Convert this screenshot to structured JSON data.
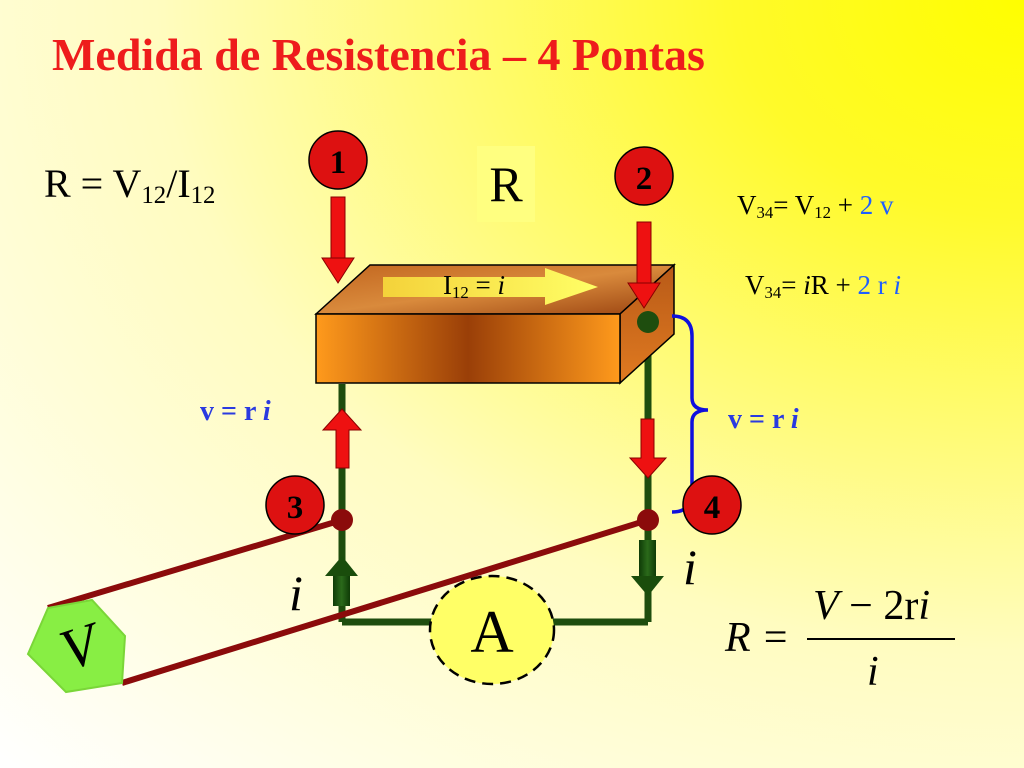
{
  "slide": {
    "title": "Medida de Resistencia – 4 Pontas"
  },
  "equations": {
    "r_def": {
      "a": "R = V",
      "sub1": "12",
      "b": "/I",
      "sub2": "12"
    },
    "v34_a": {
      "a": "V",
      "sub1": "34",
      "b": "= V",
      "sub2": "12",
      "c": " + ",
      "blue": "2 v"
    },
    "v34_b": {
      "a": "V",
      "sub1": "34",
      "b": "= ",
      "i": "i",
      "c": "R + ",
      "blue_a": "2 r ",
      "blue_i": "i"
    },
    "current_label": {
      "a": "I",
      "sub": "12",
      "b": " = ",
      "i": "i"
    },
    "final": {
      "lhs": "R =",
      "num_a": "V",
      "num_b": " − 2r",
      "num_c": "i",
      "den": "i"
    }
  },
  "diagram": {
    "resistor_label": "R",
    "voltage_drop_left": {
      "a": "v = r ",
      "i": "i"
    },
    "voltage_drop_right": {
      "a": "v = r ",
      "i": "i"
    },
    "current_left": "i",
    "current_right": "i",
    "probes": [
      "1",
      "2",
      "3",
      "4"
    ],
    "ammeter_label": "A",
    "voltmeter_label": "V"
  },
  "colors": {
    "title": "#ee1c1c",
    "wire": "#1e4d0e",
    "probe_circle": "#dd1111",
    "arrow": "#ee1111",
    "voltmeter_leads": "#8b0b0b",
    "brace": "#1010dd",
    "voltmeter_fill": "#88ee44",
    "ammeter_fill": "#ffff66",
    "blue_text": "#1f5fff"
  }
}
